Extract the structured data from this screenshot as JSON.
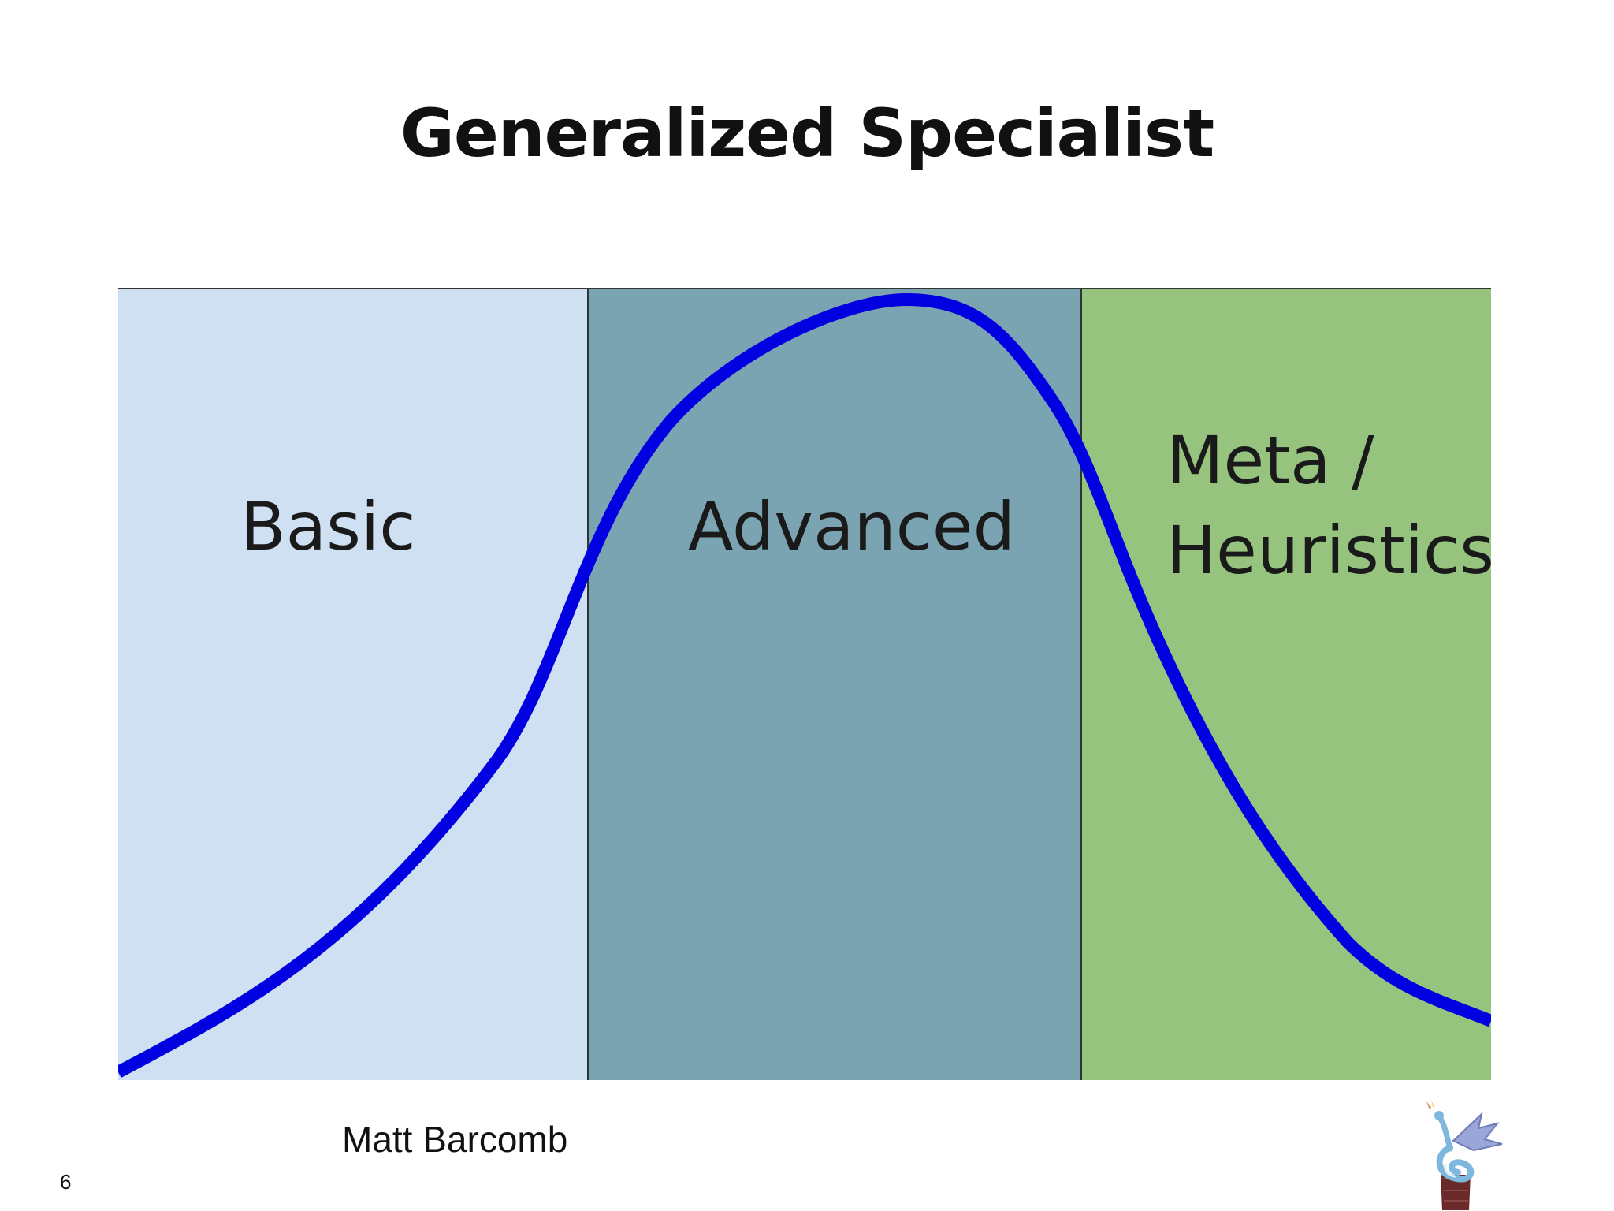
{
  "slide": {
    "title": "Generalized Specialist",
    "author": "Matt Barcomb",
    "page_number": "6"
  },
  "diagram": {
    "zones": [
      {
        "label_lines": [
          "Basic"
        ],
        "color": "#cfe0f2"
      },
      {
        "label_lines": [
          "Advanced"
        ],
        "color": "#7aa4b1"
      },
      {
        "label_lines": [
          "Meta /",
          "Heuristics"
        ],
        "color": "#96c47f"
      }
    ],
    "curve_color": "#0000e0",
    "border_color": "#333333"
  },
  "logo": {
    "icon": "dragon-on-tower-icon"
  }
}
